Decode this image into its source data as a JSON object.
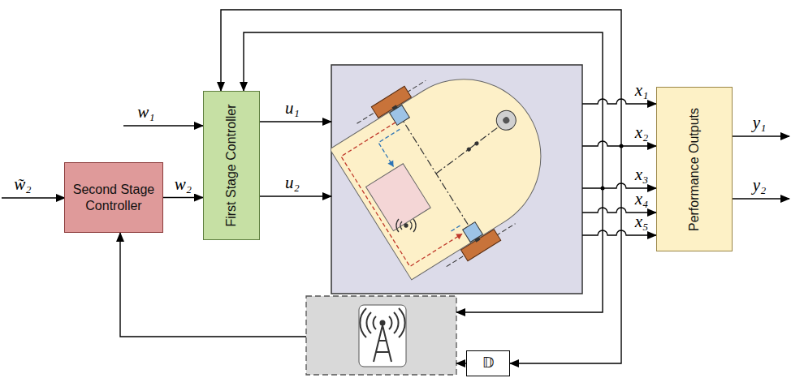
{
  "diagram": {
    "nodes": [
      {
        "text": [
          "Second Stage Controller"
        ]
      },
      {
        "text": [
          "First Stage Controller"
        ]
      },
      {
        "text": [
          "Performance Outputs"
        ]
      },
      {
        "text": [
          "𝔻"
        ]
      }
    ],
    "edges": [
      {
        "from": 0,
        "to": 1,
        "label": "w₂",
        "arrow": "to"
      }
    ],
    "labels": [
      "w̃₂",
      "w₁",
      "u₁",
      "u₂",
      "x₁",
      "x₂",
      "x₃",
      "x₄",
      "x₅",
      "y₁",
      "y₂"
    ]
  }
}
